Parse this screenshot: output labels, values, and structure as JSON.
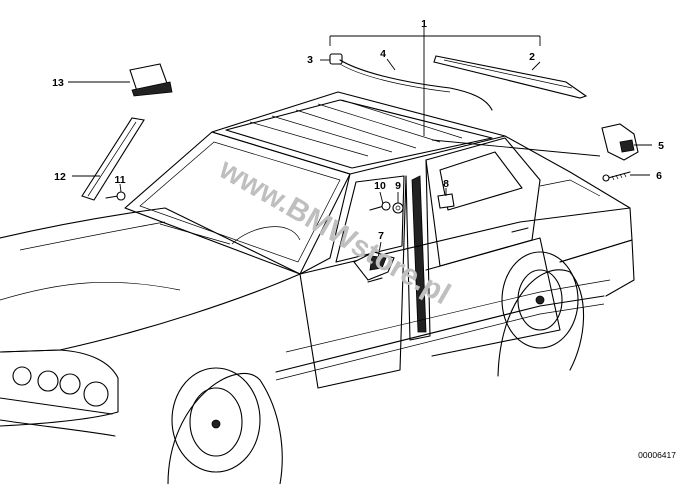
{
  "diagram": {
    "callouts": {
      "c1": "1",
      "c2": "2",
      "c3": "3",
      "c4": "4",
      "c5": "5",
      "c6": "6",
      "c7": "7",
      "c8": "8",
      "c9": "9",
      "c10": "10",
      "c11": "11",
      "c12": "12",
      "c13": "13"
    },
    "document_number": "00006417",
    "watermark": "www.BMWstore.pl"
  }
}
